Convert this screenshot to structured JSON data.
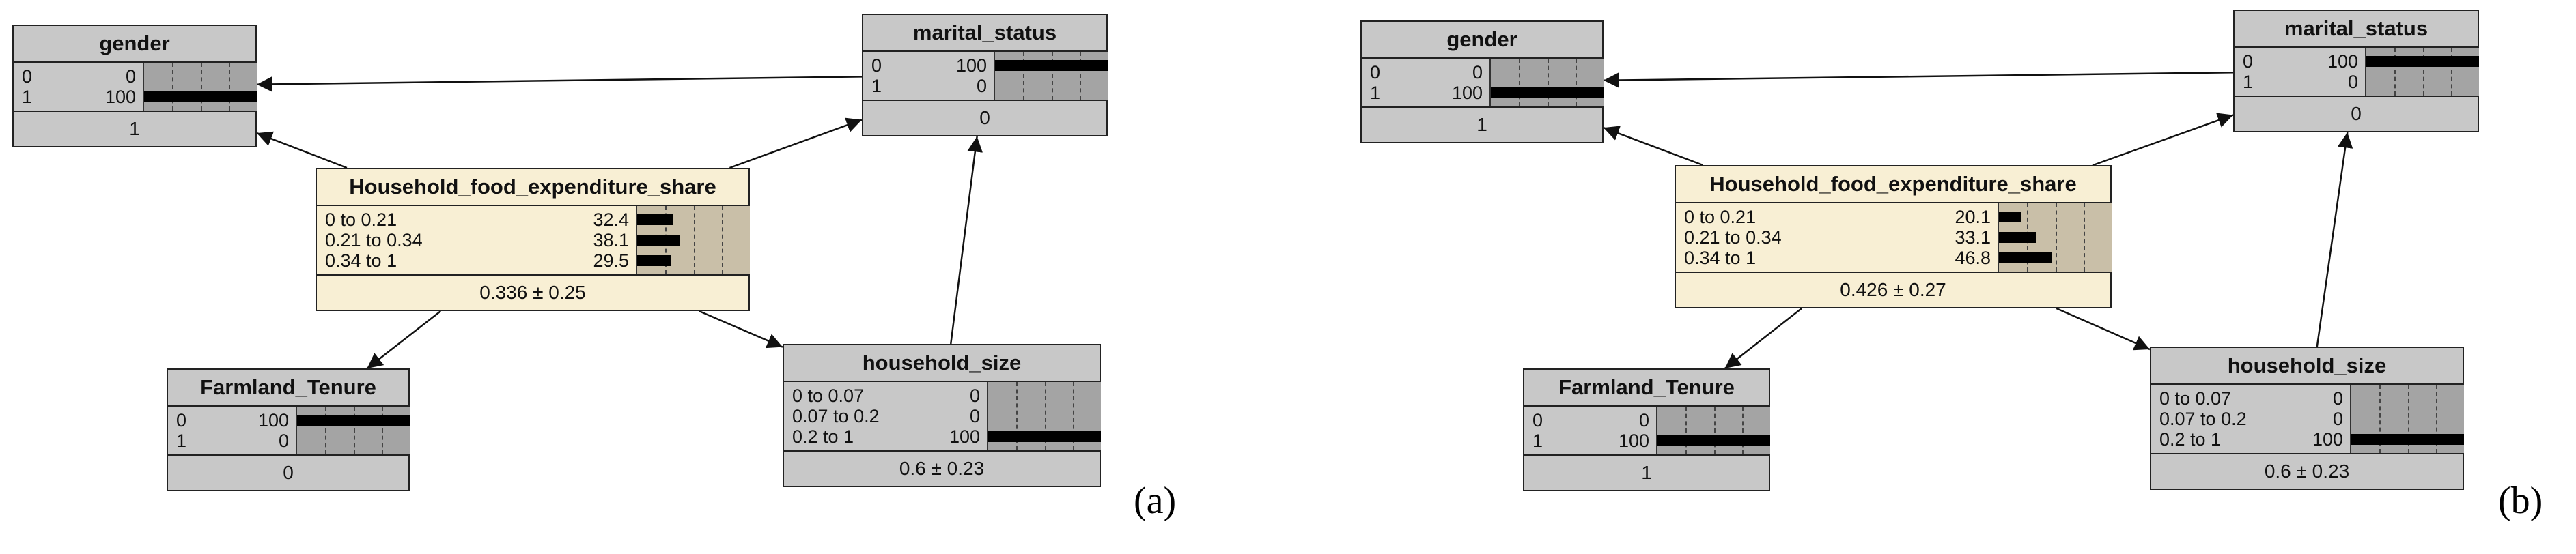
{
  "panels": [
    {
      "tag": "(a)",
      "nodes": {
        "gender": {
          "title": "gender",
          "rows": [
            {
              "label": "0",
              "value": "0",
              "p": 0
            },
            {
              "label": "1",
              "value": "100",
              "p": 100
            }
          ],
          "footer": "1"
        },
        "marital": {
          "title": "marital_status",
          "rows": [
            {
              "label": "0",
              "value": "100",
              "p": 100
            },
            {
              "label": "1",
              "value": "0",
              "p": 0
            }
          ],
          "footer": "0"
        },
        "food": {
          "title": "Household_food_expenditure_share",
          "rows": [
            {
              "label": "0 to 0.21",
              "value": "32.4",
              "p": 32.4
            },
            {
              "label": "0.21 to 0.34",
              "value": "38.1",
              "p": 38.1
            },
            {
              "label": "0.34 to 1",
              "value": "29.5",
              "p": 29.5
            }
          ],
          "footer": "0.336 ± 0.25"
        },
        "farmland": {
          "title": "Farmland_Tenure",
          "rows": [
            {
              "label": "0",
              "value": "100",
              "p": 100
            },
            {
              "label": "1",
              "value": "0",
              "p": 0
            }
          ],
          "footer": "0"
        },
        "size": {
          "title": "household_size",
          "rows": [
            {
              "label": "0 to 0.07",
              "value": "0",
              "p": 0
            },
            {
              "label": "0.07 to 0.2",
              "value": "0",
              "p": 0
            },
            {
              "label": "0.2 to 1",
              "value": "100",
              "p": 100
            }
          ],
          "footer": "0.6 ± 0.23"
        }
      }
    },
    {
      "tag": "(b)",
      "nodes": {
        "gender": {
          "title": "gender",
          "rows": [
            {
              "label": "0",
              "value": "0",
              "p": 0
            },
            {
              "label": "1",
              "value": "100",
              "p": 100
            }
          ],
          "footer": "1"
        },
        "marital": {
          "title": "marital_status",
          "rows": [
            {
              "label": "0",
              "value": "100",
              "p": 100
            },
            {
              "label": "1",
              "value": "0",
              "p": 0
            }
          ],
          "footer": "0"
        },
        "food": {
          "title": "Household_food_expenditure_share",
          "rows": [
            {
              "label": "0 to 0.21",
              "value": "20.1",
              "p": 20.1
            },
            {
              "label": "0.21 to 0.34",
              "value": "33.1",
              "p": 33.1
            },
            {
              "label": "0.34 to 1",
              "value": "46.8",
              "p": 46.8
            }
          ],
          "footer": "0.426 ± 0.27"
        },
        "farmland": {
          "title": "Farmland_Tenure",
          "rows": [
            {
              "label": "0",
              "value": "0",
              "p": 0
            },
            {
              "label": "1",
              "value": "100",
              "p": 100
            }
          ],
          "footer": "1"
        },
        "size": {
          "title": "household_size",
          "rows": [
            {
              "label": "0 to 0.07",
              "value": "0",
              "p": 0
            },
            {
              "label": "0.07 to 0.2",
              "value": "0",
              "p": 0
            },
            {
              "label": "0.2 to 1",
              "value": "100",
              "p": 100
            }
          ],
          "footer": "0.6 ± 0.23"
        }
      }
    }
  ],
  "edges": [
    {
      "from": "marital",
      "to": "gender"
    },
    {
      "from": "food",
      "to": "gender"
    },
    {
      "from": "food",
      "to": "marital"
    },
    {
      "from": "food",
      "to": "farmland"
    },
    {
      "from": "food",
      "to": "size"
    },
    {
      "from": "size",
      "to": "marital"
    }
  ]
}
